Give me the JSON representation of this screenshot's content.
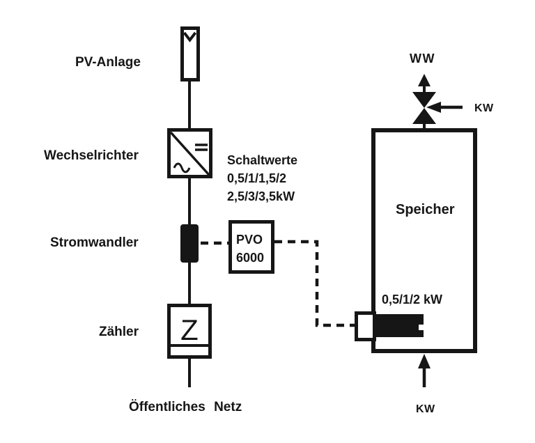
{
  "diagram": {
    "kind": "pv-storage-heating-schematic",
    "colors": {
      "ink": "#161616",
      "background": "#ffffff"
    },
    "labels": {
      "pv_anlage": "PV-Anlage",
      "wechselrichter": "Wechselrichter",
      "stromwandler": "Stromwandler",
      "zaehler": "Zähler",
      "zaehler_symbol": "Z",
      "oeffentliches_netz": "Öffentliches Netz",
      "schaltwerte_title": "Schaltwerte",
      "schaltwerte_line1": "0,5/1/1,5/2",
      "schaltwerte_line2": "2,5/3/3,5kW",
      "pvo_line1": "PVO",
      "pvo_line2": "6000",
      "speicher": "Speicher",
      "heater_power": "0,5/1/2 kW",
      "ww_out": "WW",
      "kw_in_top": "KW",
      "kw_in_bottom": "KW"
    }
  }
}
